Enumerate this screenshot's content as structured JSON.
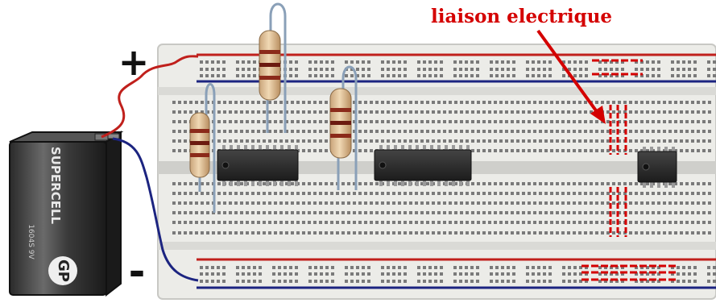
{
  "labels": {
    "plus": "+",
    "minus": "-",
    "link": "liaison electrique"
  },
  "battery": {
    "brand": "SUPERCELL",
    "logo": "GP",
    "type": "1604S 9V"
  },
  "colors": {
    "positive": "#c0201c",
    "negative": "#1c2480",
    "link": "#d40000",
    "board": "#eeeeea",
    "hole": "#7a7a7a",
    "chip": "#2a2a2a"
  },
  "components": {
    "resistors": 3,
    "chips": 3,
    "jumper_groups": 4
  }
}
